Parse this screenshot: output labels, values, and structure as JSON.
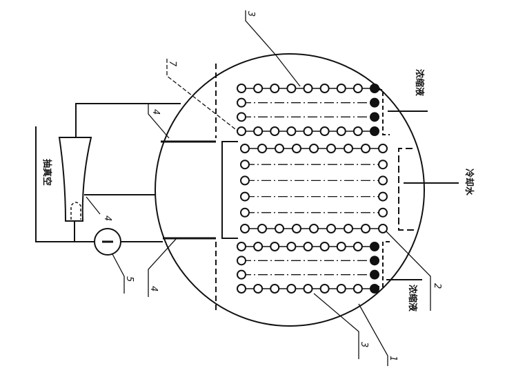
{
  "labels": {
    "cooling_water": "冷却水",
    "top_right": "浓缩液",
    "bottom_right": "浓缩液",
    "left": "抽真空"
  },
  "numbers": {
    "n1": "1",
    "n2": "2",
    "n3a": "3",
    "n3b": "3",
    "n4a": "4",
    "n4b": "4",
    "n4c": "4",
    "n5": "5",
    "n7": "7"
  },
  "tube_groups": {
    "top_rows": 4,
    "middle_rows": 6,
    "bottom_rows": 4,
    "columns": 9
  }
}
